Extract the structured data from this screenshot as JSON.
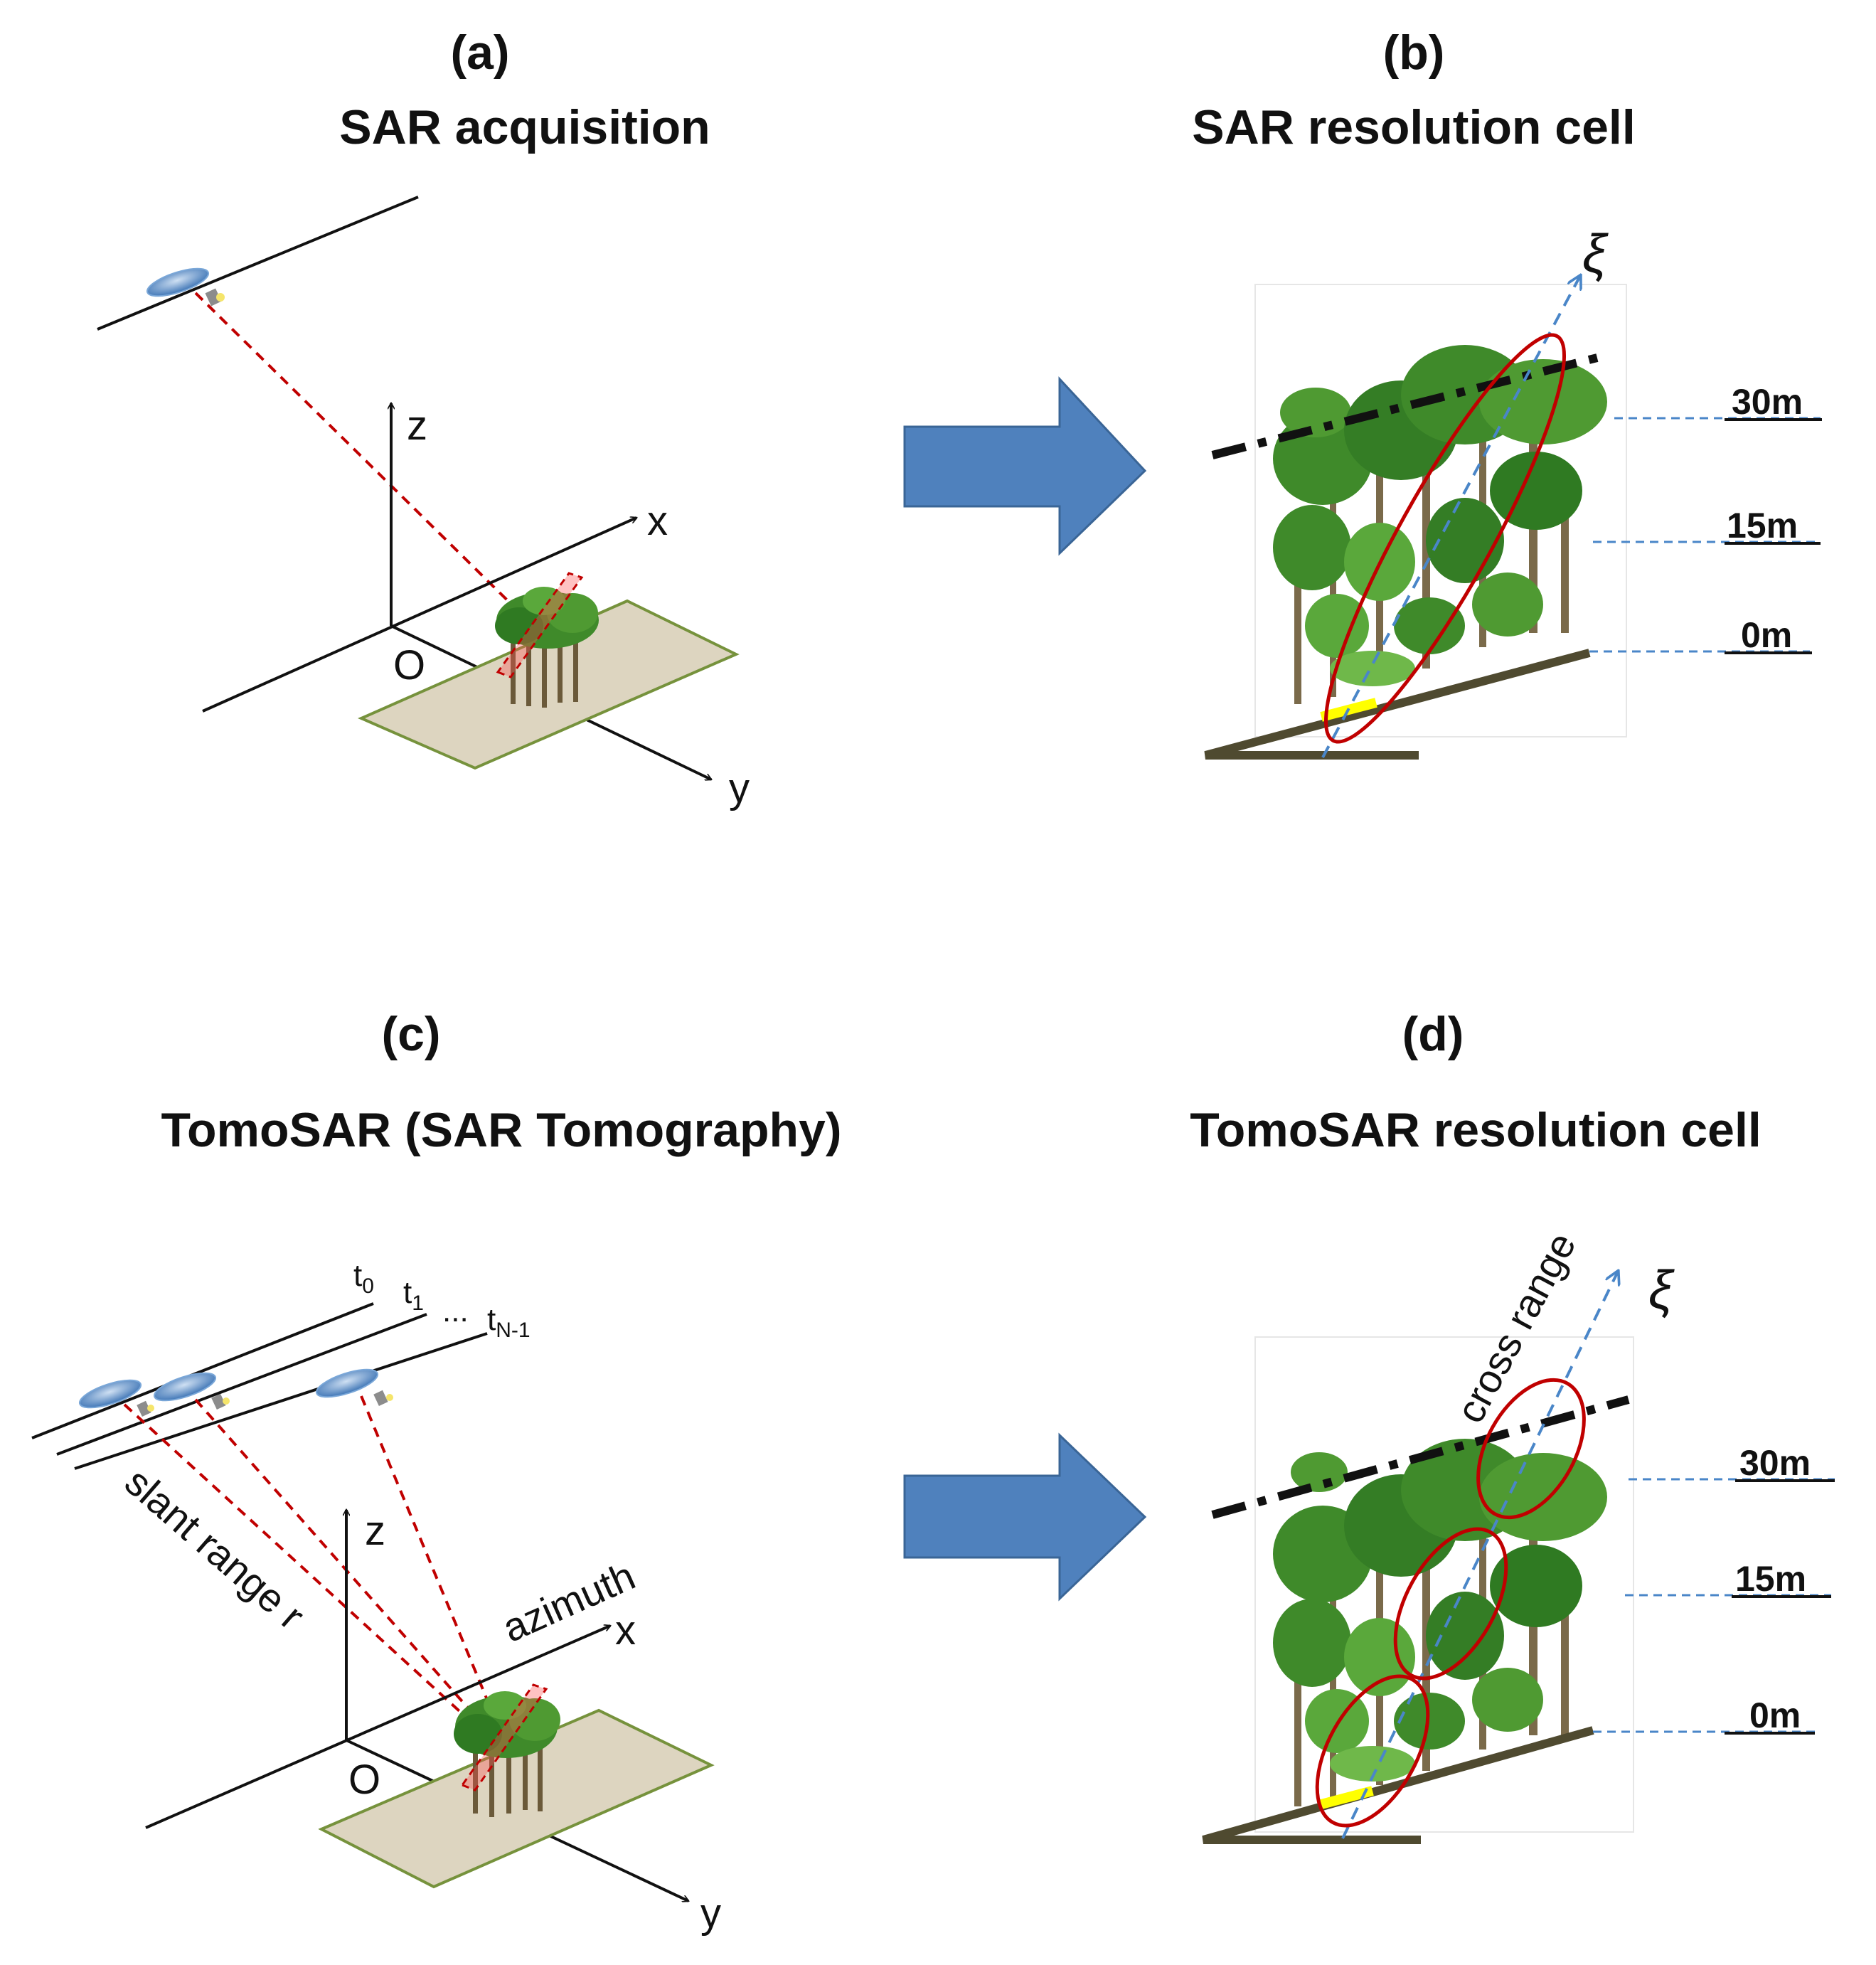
{
  "panels": {
    "a": {
      "letter": "(a)",
      "title": "SAR acquisition"
    },
    "b": {
      "letter": "(b)",
      "title": "SAR resolution cell"
    },
    "c": {
      "letter": "(c)",
      "title": "TomoSAR (SAR Tomography)"
    },
    "d": {
      "letter": "(d)",
      "title": "TomoSAR resolution cell"
    }
  },
  "axes": {
    "z": "z",
    "x": "x",
    "y": "y",
    "origin": "O",
    "xi": "ξ"
  },
  "heights": {
    "h30": "30m",
    "h15": "15m",
    "h0": "0m"
  },
  "tomo": {
    "t0_main": "t",
    "t0_sub": "0",
    "t1_main": "t",
    "t1_sub": "1",
    "dots": "...",
    "tn_main": "t",
    "tn_sub": "N-1",
    "slant_range": "slant range r",
    "azimuth": "azimuth",
    "cross_range": "cross range"
  },
  "colors": {
    "arrow_fill": "#4f81bd",
    "arrow_stroke": "#3a6596",
    "beam": "#c00000",
    "ellipse": "#c00000",
    "xi_axis": "#4a86c8",
    "ground_patch": "#ddd5c0",
    "ground_border": "#76923c",
    "slope": "#4f4a30",
    "footprint": "#ffff00",
    "foliage": "#3f8a2a"
  }
}
